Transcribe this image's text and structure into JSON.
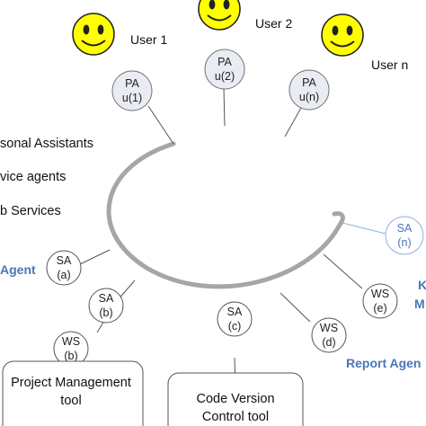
{
  "users": [
    {
      "label": "User 1"
    },
    {
      "label": "User 2"
    },
    {
      "label": "User n"
    }
  ],
  "personal_assistants": [
    {
      "line1": "PA",
      "line2": "u(1)"
    },
    {
      "line1": "PA",
      "line2": "u(2)"
    },
    {
      "line1": "PA",
      "line2": "u(n)"
    }
  ],
  "legend": [
    {
      "text": "sonal Assistants"
    },
    {
      "text": "vice agents"
    },
    {
      "text": "b Services"
    }
  ],
  "service_agents": {
    "sa_a": {
      "line1": "SA",
      "line2": "(a)"
    },
    "sa_b": {
      "line1": "SA",
      "line2": "(b)"
    },
    "sa_c": {
      "line1": "SA",
      "line2": "(c)"
    },
    "sa_n": {
      "line1": "SA",
      "line2": "(n)"
    }
  },
  "web_services": {
    "ws_b": {
      "line1": "WS",
      "line2": "(b)"
    },
    "ws_d": {
      "line1": "WS",
      "line2": "(d)"
    },
    "ws_e": {
      "line1": "WS",
      "line2": "(e)"
    }
  },
  "blue_labels": {
    "agent": "Agent",
    "report_agent": "Report Agen",
    "k_fragment": "K",
    "m_fragment": "M"
  },
  "tools": {
    "project_management": {
      "line1": "Project Management",
      "line2": "tool"
    },
    "code_version": {
      "line1": "Code Version",
      "line2": "Control tool"
    }
  },
  "colors": {
    "smiley_fill": "#ffff00",
    "node_fill": "#e9ecf3",
    "ring": "#a6a6a6",
    "blue_text": "#4a76b8",
    "blue_line": "#8fb0dc"
  }
}
